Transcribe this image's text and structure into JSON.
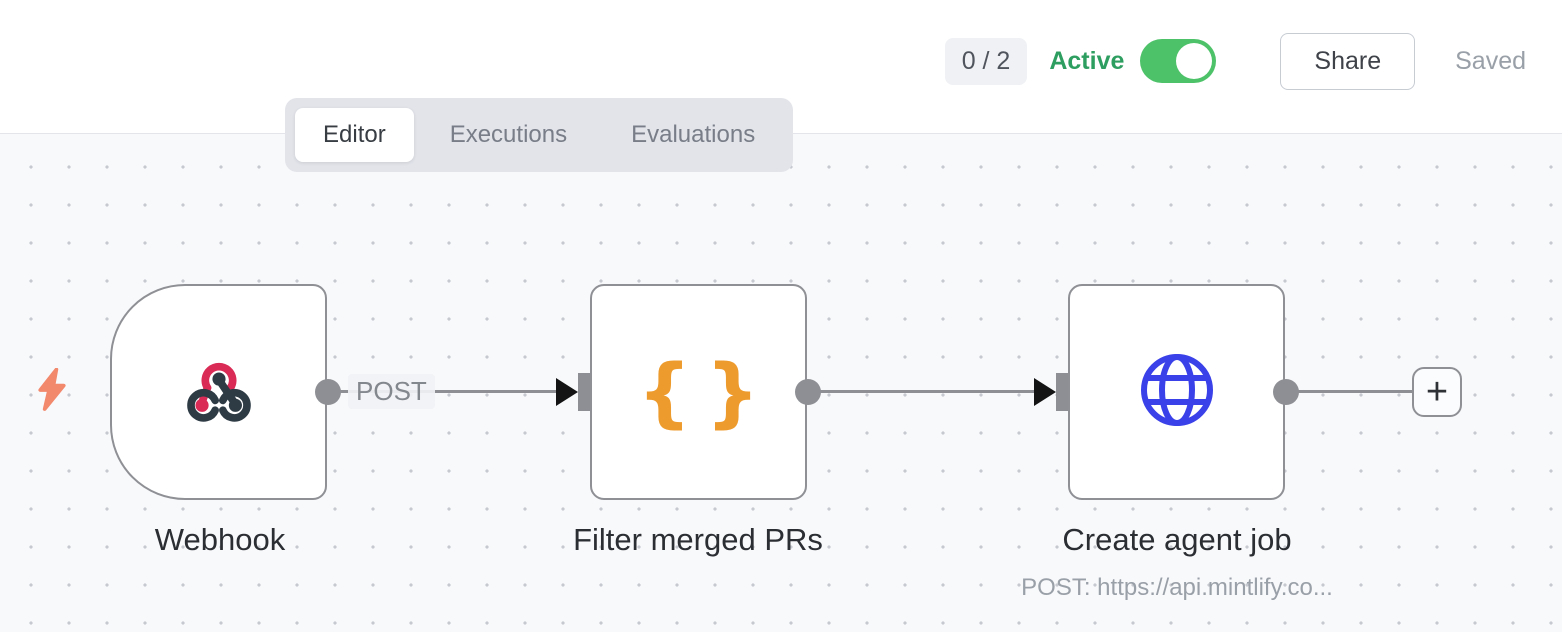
{
  "header": {
    "execution_counter": "0 / 2",
    "active_label": "Active",
    "active_state": true,
    "share_label": "Share",
    "saved_label": "Saved"
  },
  "tabs": {
    "items": [
      {
        "label": "Editor",
        "active": true
      },
      {
        "label": "Executions",
        "active": false
      },
      {
        "label": "Evaluations",
        "active": false
      }
    ]
  },
  "canvas": {
    "nodes": [
      {
        "name": "Webhook",
        "icon": "webhook-icon",
        "shape": "rounded-left-trigger",
        "output_label": "POST"
      },
      {
        "name": "Filter merged PRs",
        "icon": "curly-braces-icon",
        "shape": "square"
      },
      {
        "name": "Create agent job",
        "icon": "globe-icon",
        "shape": "square",
        "subtitle": "POST: https://api.mintlify.co..."
      }
    ],
    "trigger_indicator": "lightning-bolt-icon",
    "add_node_label": "+"
  },
  "glyphs": {
    "brace_open": "{",
    "brace_close": "}",
    "plus": "+"
  },
  "colors": {
    "toggle_green": "#4ec269",
    "active_text_green": "#2e9e60",
    "node_border_gray": "#8e9095",
    "connector_gray": "#8d8f94",
    "canvas_bg": "#f8f9fb",
    "webhook_pink": "#d92b56",
    "webhook_dark": "#2e3b45",
    "braces_orange": "#ee9b2d",
    "globe_blue": "#3a41e8",
    "bolt_coral": "#f2886c",
    "saved_gray": "#9aa0a8"
  }
}
